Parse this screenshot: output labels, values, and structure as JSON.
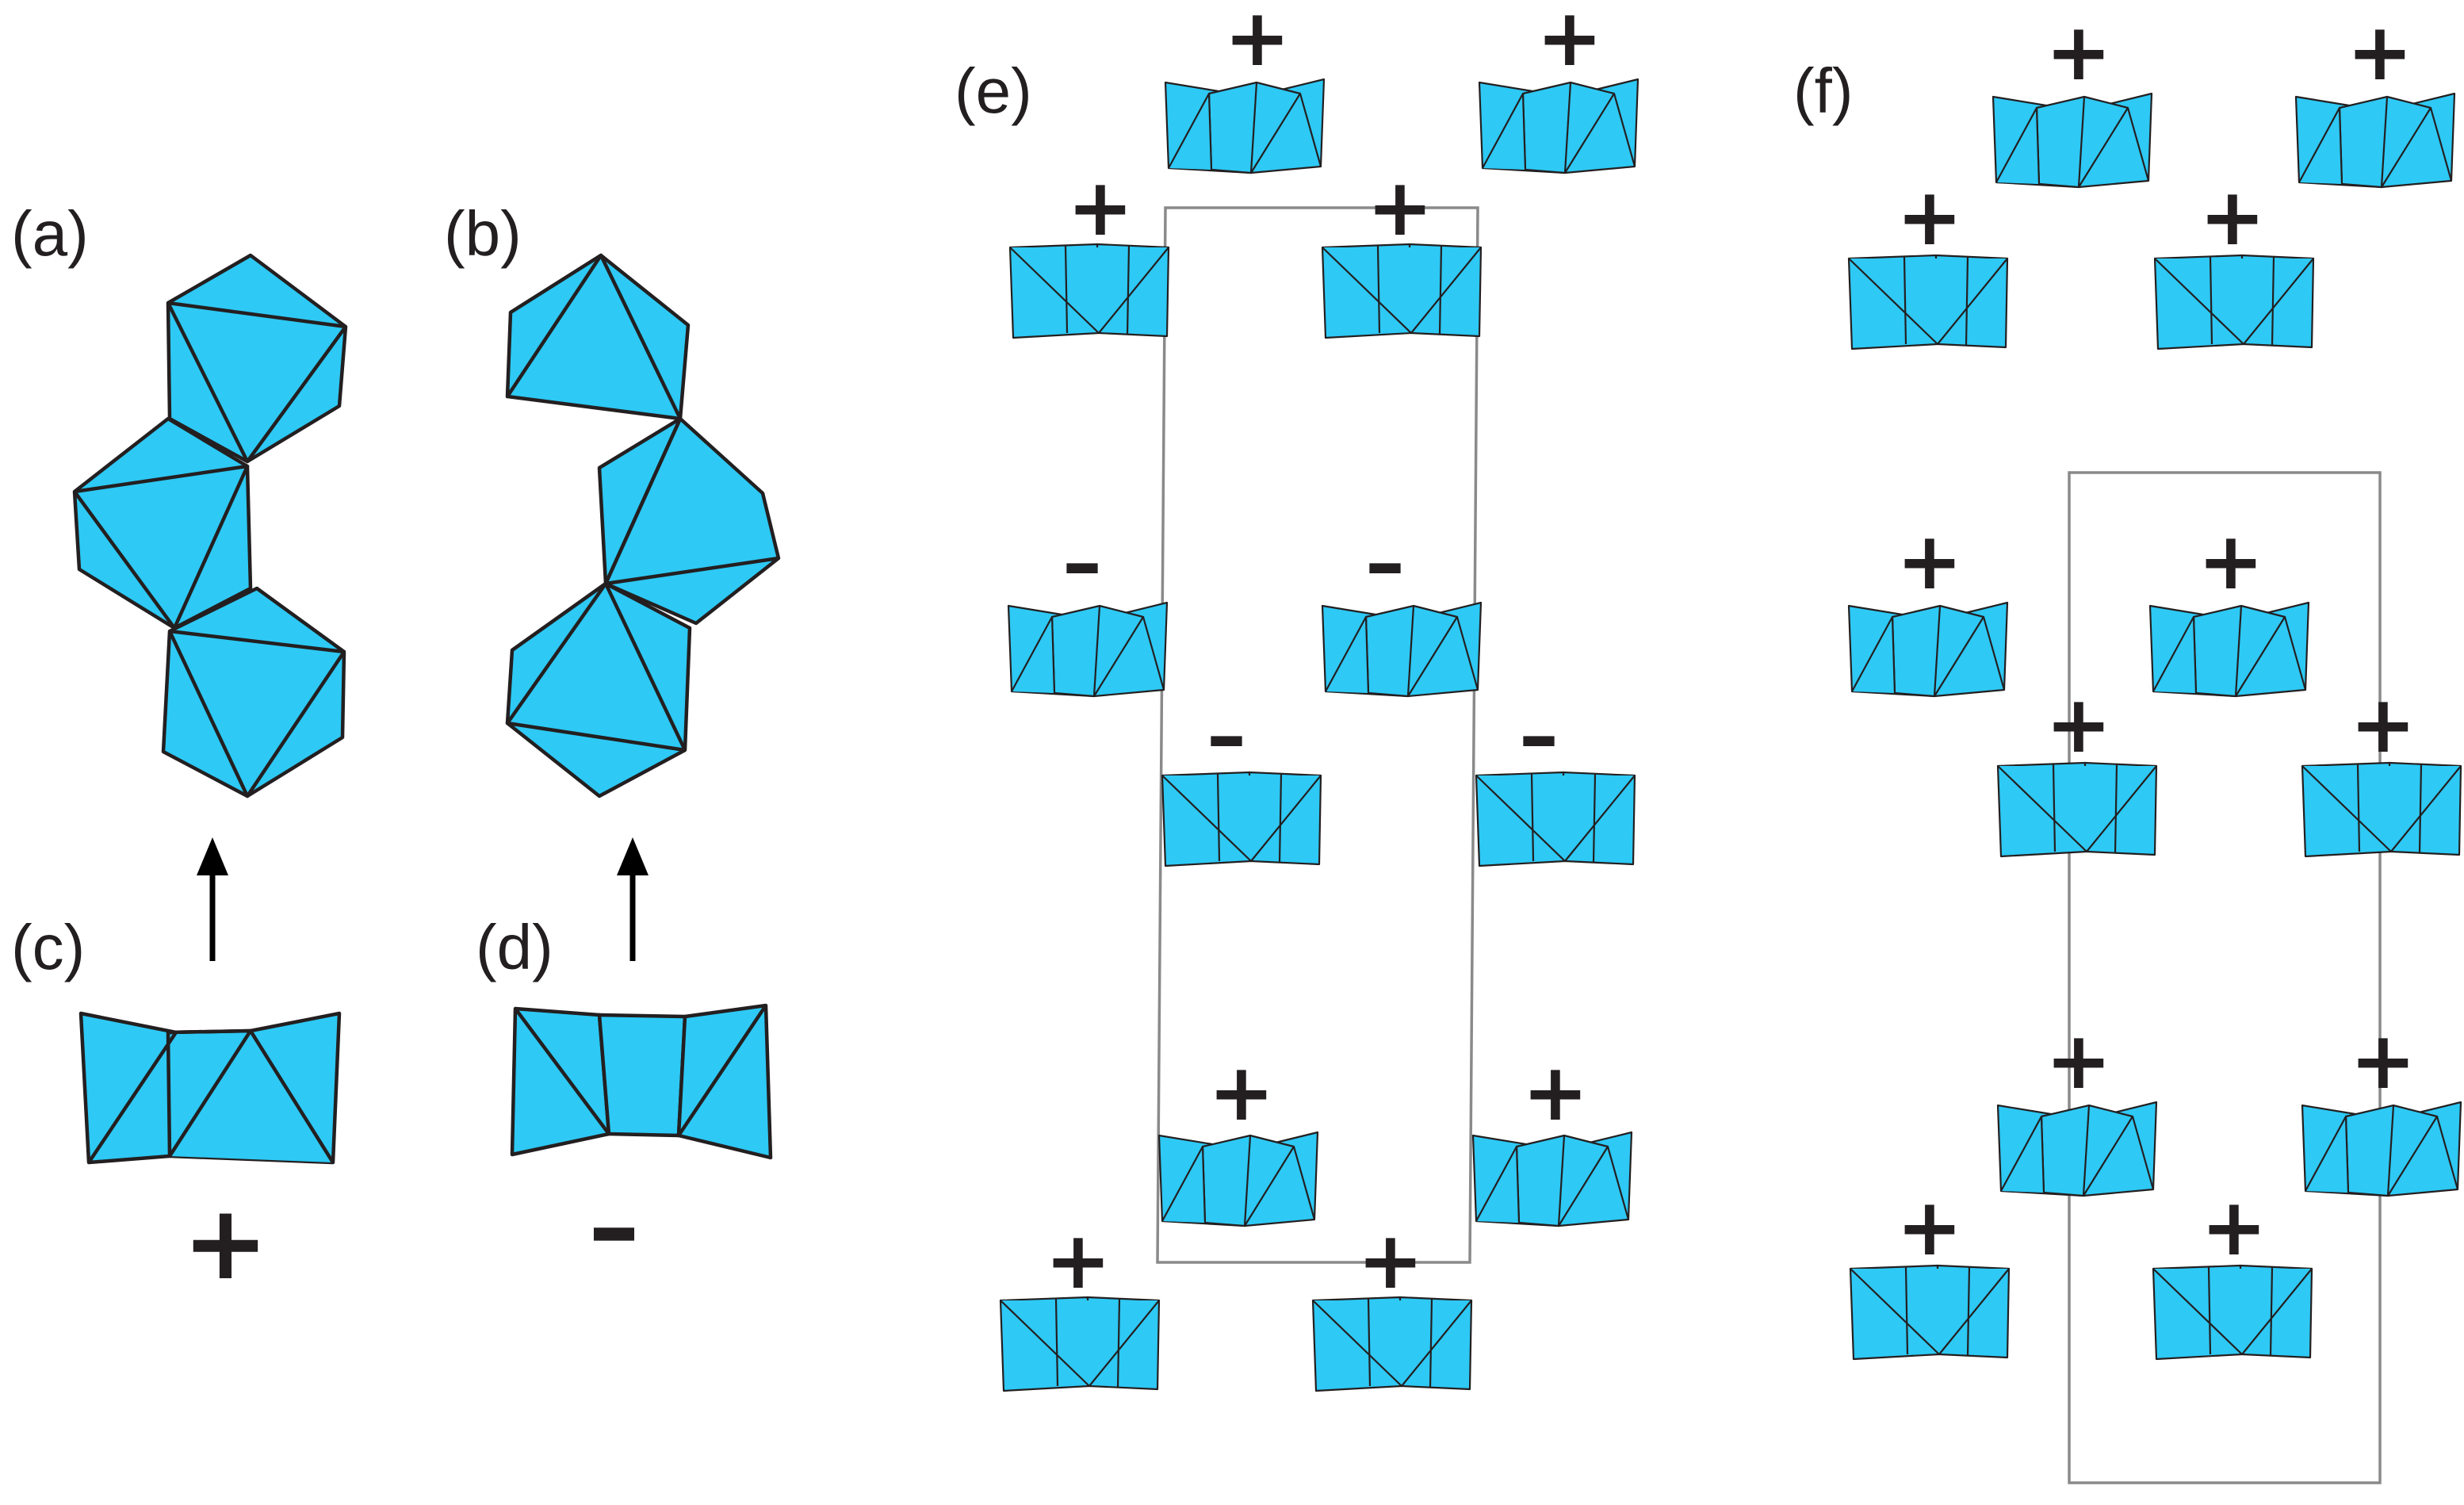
{
  "panel_labels": {
    "a": "(a)",
    "b": "(b)",
    "c": "(c)",
    "d": "(d)",
    "e": "(e)",
    "f": "(f)"
  },
  "symbols": {
    "plus": "+",
    "minus": "–"
  },
  "colors": {
    "octahedron_fill": "#2ec9f5",
    "edge": "#231f20",
    "unit_cell": "#8a8a8a",
    "background": "#ffffff"
  },
  "panel_e": {
    "unit_cell": true,
    "units": [
      "+",
      "+",
      "+",
      "+",
      "–",
      "–",
      "–",
      "–",
      "+",
      "+",
      "+",
      "+"
    ]
  },
  "panel_f": {
    "unit_cell": true,
    "units": [
      "+",
      "+",
      "+",
      "+",
      "+",
      "+",
      "+",
      "+",
      "+",
      "+",
      "+",
      "+"
    ]
  }
}
